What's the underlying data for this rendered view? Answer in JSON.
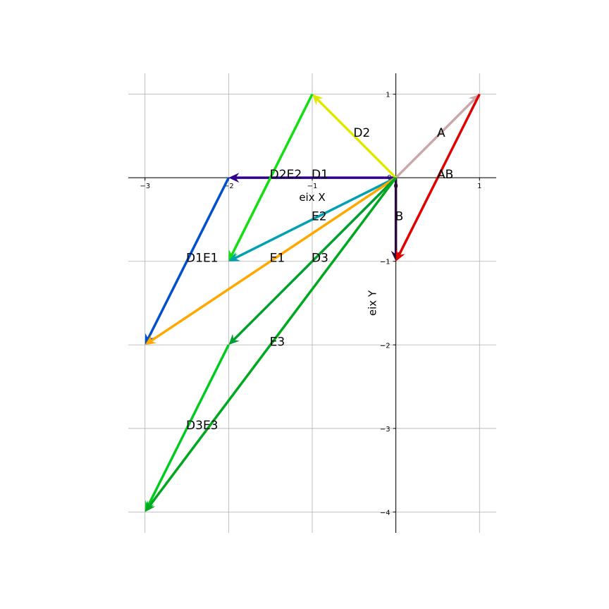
{
  "chart_data": {
    "type": "vector",
    "title": "",
    "xlabel": "eix X",
    "ylabel": "eix Y",
    "xlim": [
      -3.2,
      1.2
    ],
    "ylim": [
      -4.25,
      1.25
    ],
    "xticks": [
      -3,
      -2,
      -1,
      0,
      1
    ],
    "yticks": [
      -4,
      -3,
      -2,
      -1,
      0,
      1
    ],
    "xtick_labels": [
      "−3",
      "−2",
      "−1",
      "0",
      "1"
    ],
    "ytick_labels": [
      "−4",
      "−3",
      "−2",
      "−1",
      "0",
      "1"
    ],
    "grid": true,
    "vectors": [
      {
        "from": [
          0,
          0
        ],
        "to": [
          1,
          1
        ],
        "color": "#c8a8a8"
      },
      {
        "from": [
          0,
          0
        ],
        "to": [
          0,
          -1
        ],
        "color": "#2a0a3a"
      },
      {
        "from": [
          1,
          1
        ],
        "to": [
          0,
          -1
        ],
        "color": "#e00000"
      },
      {
        "from": [
          0,
          0
        ],
        "to": [
          -2,
          0
        ],
        "color": "#30008a"
      },
      {
        "from": [
          0,
          0
        ],
        "to": [
          -1,
          1
        ],
        "color": "#e0e800"
      },
      {
        "from": [
          -1,
          1
        ],
        "to": [
          -2,
          -1
        ],
        "color": "#10e010"
      },
      {
        "from": [
          0,
          0
        ],
        "to": [
          -2,
          -1
        ],
        "color": "#00a0b0"
      },
      {
        "from": [
          -2,
          0
        ],
        "to": [
          -3,
          -2
        ],
        "color": "#0050d0"
      },
      {
        "from": [
          0,
          0
        ],
        "to": [
          -3,
          -2
        ],
        "color": "#ffa800"
      },
      {
        "from": [
          0,
          0
        ],
        "to": [
          -2,
          -2
        ],
        "color": "#00a030"
      },
      {
        "from": [
          -2,
          -2
        ],
        "to": [
          -3,
          -4
        ],
        "color": "#00cc20"
      },
      {
        "from": [
          0,
          0
        ],
        "to": [
          -3,
          -4
        ],
        "color": "#00a820"
      }
    ],
    "labels": [
      {
        "text": "A",
        "x": 0.5,
        "y": 0.5
      },
      {
        "text": "B",
        "x": 0.0,
        "y": -0.5
      },
      {
        "text": "AB",
        "x": 0.5,
        "y": 0.0
      },
      {
        "text": "D1",
        "x": -1.0,
        "y": 0.0
      },
      {
        "text": "D2",
        "x": -0.5,
        "y": 0.5
      },
      {
        "text": "D2E2",
        "x": -1.5,
        "y": 0.0
      },
      {
        "text": "E2",
        "x": -1.0,
        "y": -0.5
      },
      {
        "text": "D1E1",
        "x": -2.5,
        "y": -1.0
      },
      {
        "text": "E1",
        "x": -1.5,
        "y": -1.0
      },
      {
        "text": "D3",
        "x": -1.0,
        "y": -1.0
      },
      {
        "text": "E3",
        "x": -1.5,
        "y": -2.0
      },
      {
        "text": "D3E3",
        "x": -2.5,
        "y": -3.0
      }
    ]
  }
}
